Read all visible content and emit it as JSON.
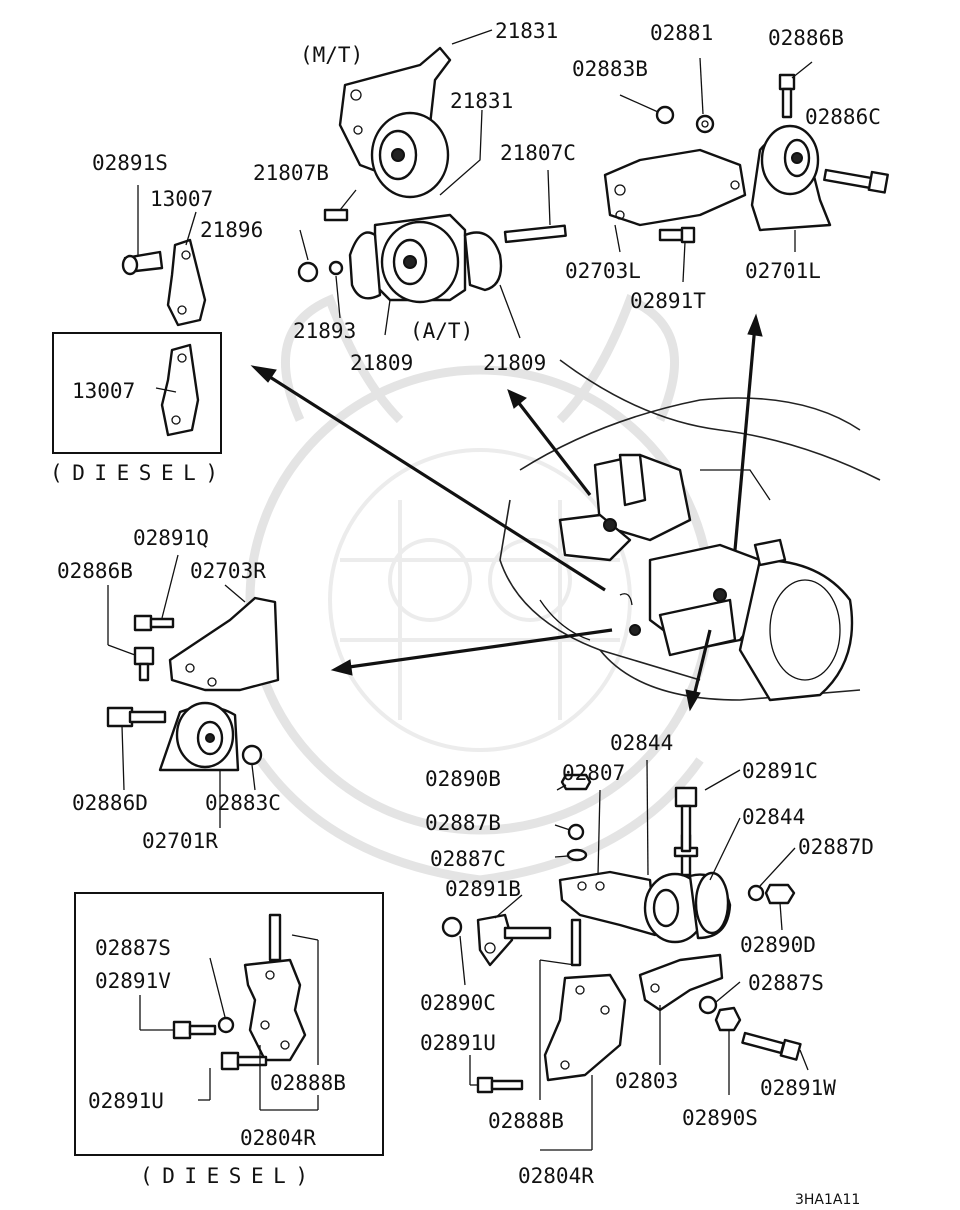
{
  "diagram_id": "3HA1A11",
  "box_labels": {
    "diesel_top": "(DIESEL)",
    "diesel_bottom": "(DIESEL)"
  },
  "variant_labels": {
    "mt": "(M/T)",
    "at": "(A/T)"
  },
  "callouts": {
    "p21831_a": "21831",
    "p21831_b": "21831",
    "p21807B": "21807B",
    "p21807C": "21807C",
    "p21896": "21896",
    "p21893": "21893",
    "p21809_a": "21809",
    "p21809_b": "21809",
    "p02891S": "02891S",
    "p13007_a": "13007",
    "p13007_b": "13007",
    "p02881": "02881",
    "p02886B_a": "02886B",
    "p02883B": "02883B",
    "p02886C": "02886C",
    "p02703L": "02703L",
    "p02701L": "02701L",
    "p02891T": "02891T",
    "p02891Q": "02891Q",
    "p02886B_b": "02886B",
    "p02703R": "02703R",
    "p02886D": "02886D",
    "p02883C": "02883C",
    "p02701R": "02701R",
    "p02844_a": "02844",
    "p02890B": "02890B",
    "p02807": "02807",
    "p02891C": "02891C",
    "p02887B": "02887B",
    "p02844_b": "02844",
    "p02887C": "02887C",
    "p02887D": "02887D",
    "p02891B": "02891B",
    "p02890D": "02890D",
    "p02890C": "02890C",
    "p02887S_a": "02887S",
    "p02891U_a": "02891U",
    "p02803": "02803",
    "p02891W": "02891W",
    "p02888B_a": "02888B",
    "p02890S": "02890S",
    "p02804R_a": "02804R",
    "p02887S_b": "02887S",
    "p02891V": "02891V",
    "p02891U_b": "02891U",
    "p02888B_b": "02888B",
    "p02804R_b": "02804R"
  }
}
